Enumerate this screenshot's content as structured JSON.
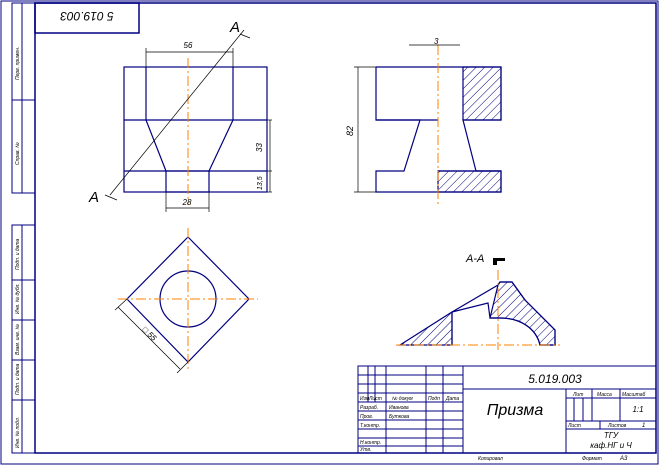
{
  "stamp_topleft": "5 019.003",
  "section_marker": "А",
  "section_title": "А-А",
  "dimensions": {
    "top_width": "56",
    "bottom_width": "28",
    "lower_height": "33",
    "base_height": "13,5",
    "side_height": "82",
    "side_top": "3",
    "plan_diag": "□ 55"
  },
  "side_strip_labels": [
    "Перв. примен.",
    "Справ. №",
    "Подп. и дата",
    "Инв. № дубл.",
    "Взам. инв. №",
    "Подп. и дата",
    "Инв. № подл."
  ],
  "title_block": {
    "doc_number": "5.019.003",
    "part_name": "Призма",
    "col_headers": [
      "Изм",
      "Лист",
      "№ докум",
      "Подп",
      "Дата"
    ],
    "roles": [
      "Разраб.",
      "Пров.",
      "Т.контр.",
      "Н.контр.",
      "Утв."
    ],
    "names": [
      "Иванова",
      "Буткова"
    ],
    "lit_label": "Лит",
    "mass_label": "Масса",
    "scale_label": "Масштаб",
    "scale_value": "1:1",
    "sheet_label": "Лист",
    "sheets_label": "Листов",
    "sheets_value": "1",
    "org_line1": "ТГУ",
    "org_line2": "каф.НГ и Ч",
    "copied_label": "Копировал",
    "format_label": "Формат",
    "format_value": "А3"
  },
  "colors": {
    "line": "#000080",
    "axis": "#ff8000",
    "black": "#000000"
  }
}
